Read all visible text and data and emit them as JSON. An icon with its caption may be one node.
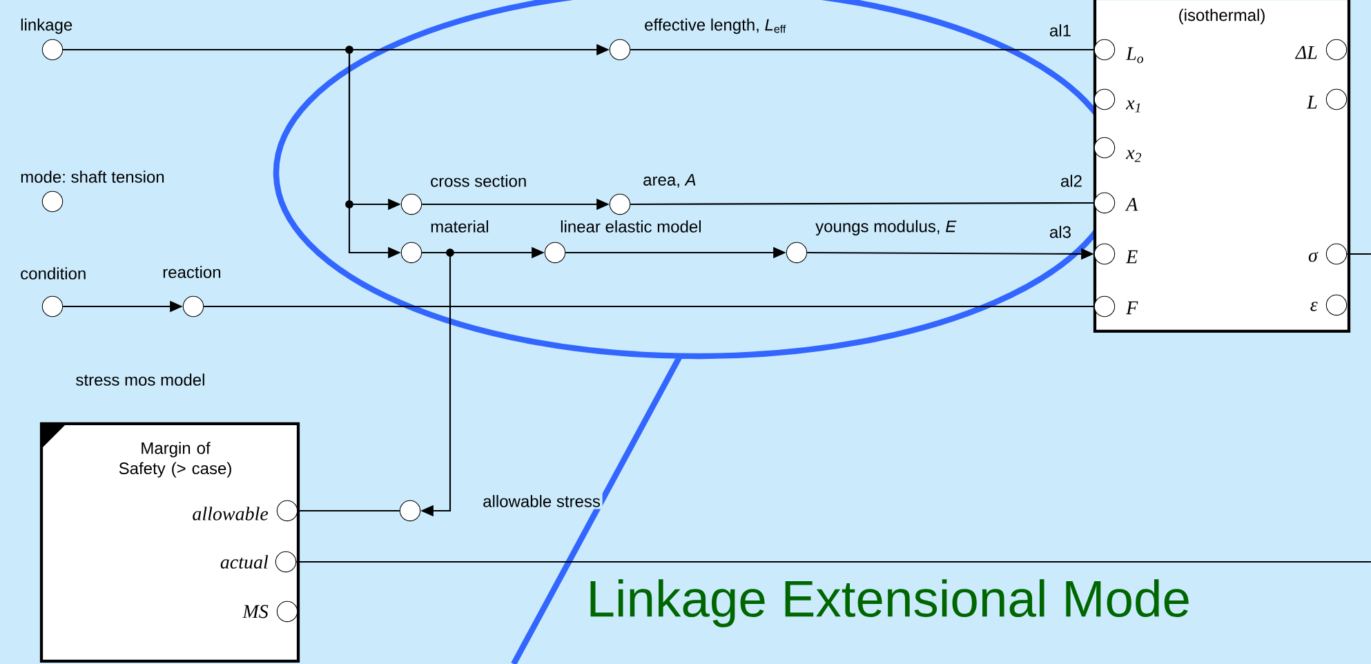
{
  "diagram": {
    "nodes": [
      {
        "text": [
          "linkage"
        ]
      },
      {
        "text": [
          "effective length, *L*$_{eff}$"
        ]
      },
      {
        "text": [
          "(isothermal)"
        ]
      },
      {
        "text": [
          "L$_{o}$"
        ],
        "in": 2
      },
      {
        "text": [
          "ΔL"
        ],
        "in": 2
      },
      {
        "text": [
          "x$_{1}$"
        ],
        "in": 2
      },
      {
        "text": [
          "L"
        ],
        "in": 2
      },
      {
        "text": [
          "x$_{2}$"
        ],
        "in": 2
      },
      {
        "text": [
          "mode: shaft tension"
        ]
      },
      {
        "text": [
          "cross section"
        ]
      },
      {
        "text": [
          "area, *A*"
        ]
      },
      {
        "text": [
          "A"
        ],
        "in": 2
      },
      {
        "text": [
          "material"
        ]
      },
      {
        "text": [
          "linear elastic model"
        ]
      },
      {
        "text": [
          "youngs modulus, *E*"
        ]
      },
      {
        "text": [
          "E"
        ],
        "in": 2
      },
      {
        "text": [
          "σ"
        ],
        "in": 2
      },
      {
        "text": [
          "condition"
        ]
      },
      {
        "text": [
          "reaction"
        ]
      },
      {
        "text": [
          "F"
        ],
        "in": 2
      },
      {
        "text": [
          "ε"
        ],
        "in": 2
      },
      {
        "text": [
          "stress mos model",
          "Margin of Safety (> case)"
        ]
      },
      {
        "text": [
          "allowable"
        ],
        "in": 21
      },
      {
        "text": [
          "allowable stress"
        ]
      },
      {
        "text": [
          "actual"
        ],
        "in": 21
      },
      {
        "text": [
          "MS"
        ],
        "in": 21
      }
    ],
    "edges": [
      {
        "from": 0,
        "to": 1,
        "arrow": "to"
      },
      {
        "from": 0,
        "to": 9,
        "arrow": "to"
      },
      {
        "from": 0,
        "to": 12,
        "arrow": "to"
      },
      {
        "from": 1,
        "to": 3,
        "arrow": "none",
        "label": "al1"
      },
      {
        "from": 9,
        "to": 10,
        "arrow": "to"
      },
      {
        "from": 10,
        "to": 11,
        "arrow": "none",
        "label": "al2"
      },
      {
        "from": 12,
        "to": 13,
        "arrow": "to"
      },
      {
        "from": 13,
        "to": 14,
        "arrow": "to"
      },
      {
        "from": 14,
        "to": 15,
        "arrow": "to",
        "label": "al3"
      },
      {
        "from": 12,
        "to": 23,
        "arrow": "to"
      },
      {
        "from": 17,
        "to": 18,
        "arrow": "to"
      },
      {
        "from": 18,
        "to": 19,
        "arrow": "none"
      },
      {
        "from": 23,
        "to": 22,
        "arrow": "none"
      },
      {
        "from": 24,
        "to": null,
        "arrow": "none"
      },
      {
        "from": 16,
        "to": null,
        "arrow": "none"
      }
    ],
    "labels": [
      "Linkage Extensional Mode"
    ]
  }
}
